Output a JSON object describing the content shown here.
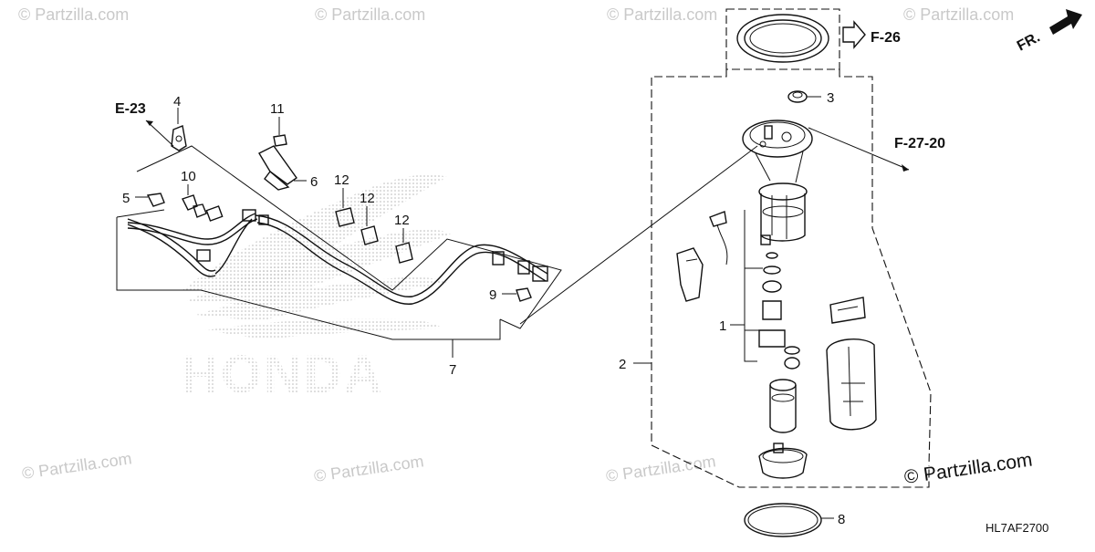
{
  "diagram": {
    "callouts": {
      "c1": "1",
      "c2": "2",
      "c3": "3",
      "c4": "4",
      "c5": "5",
      "c6": "6",
      "c7": "7",
      "c8": "8",
      "c9": "9",
      "c10": "10",
      "c11": "11",
      "c12a": "12",
      "c12b": "12",
      "c12c": "12"
    },
    "refs": {
      "e23": "E-23",
      "f26": "F-26",
      "f2720": "F-27-20",
      "fr": "FR."
    },
    "diagram_code": "HL7AF2700",
    "copyright": "© Partzilla.com",
    "brand_watermark": "HONDA",
    "watermarks": [
      "© Partzilla.com",
      "© Partzilla.com",
      "© Partzilla.com",
      "© Partzilla.com",
      "© Partzilla.com",
      "© Partzilla.com",
      "© Partzilla.com"
    ]
  },
  "colors": {
    "ink": "#111111",
    "watermark": "#c9c9c9",
    "background": "#ffffff"
  }
}
